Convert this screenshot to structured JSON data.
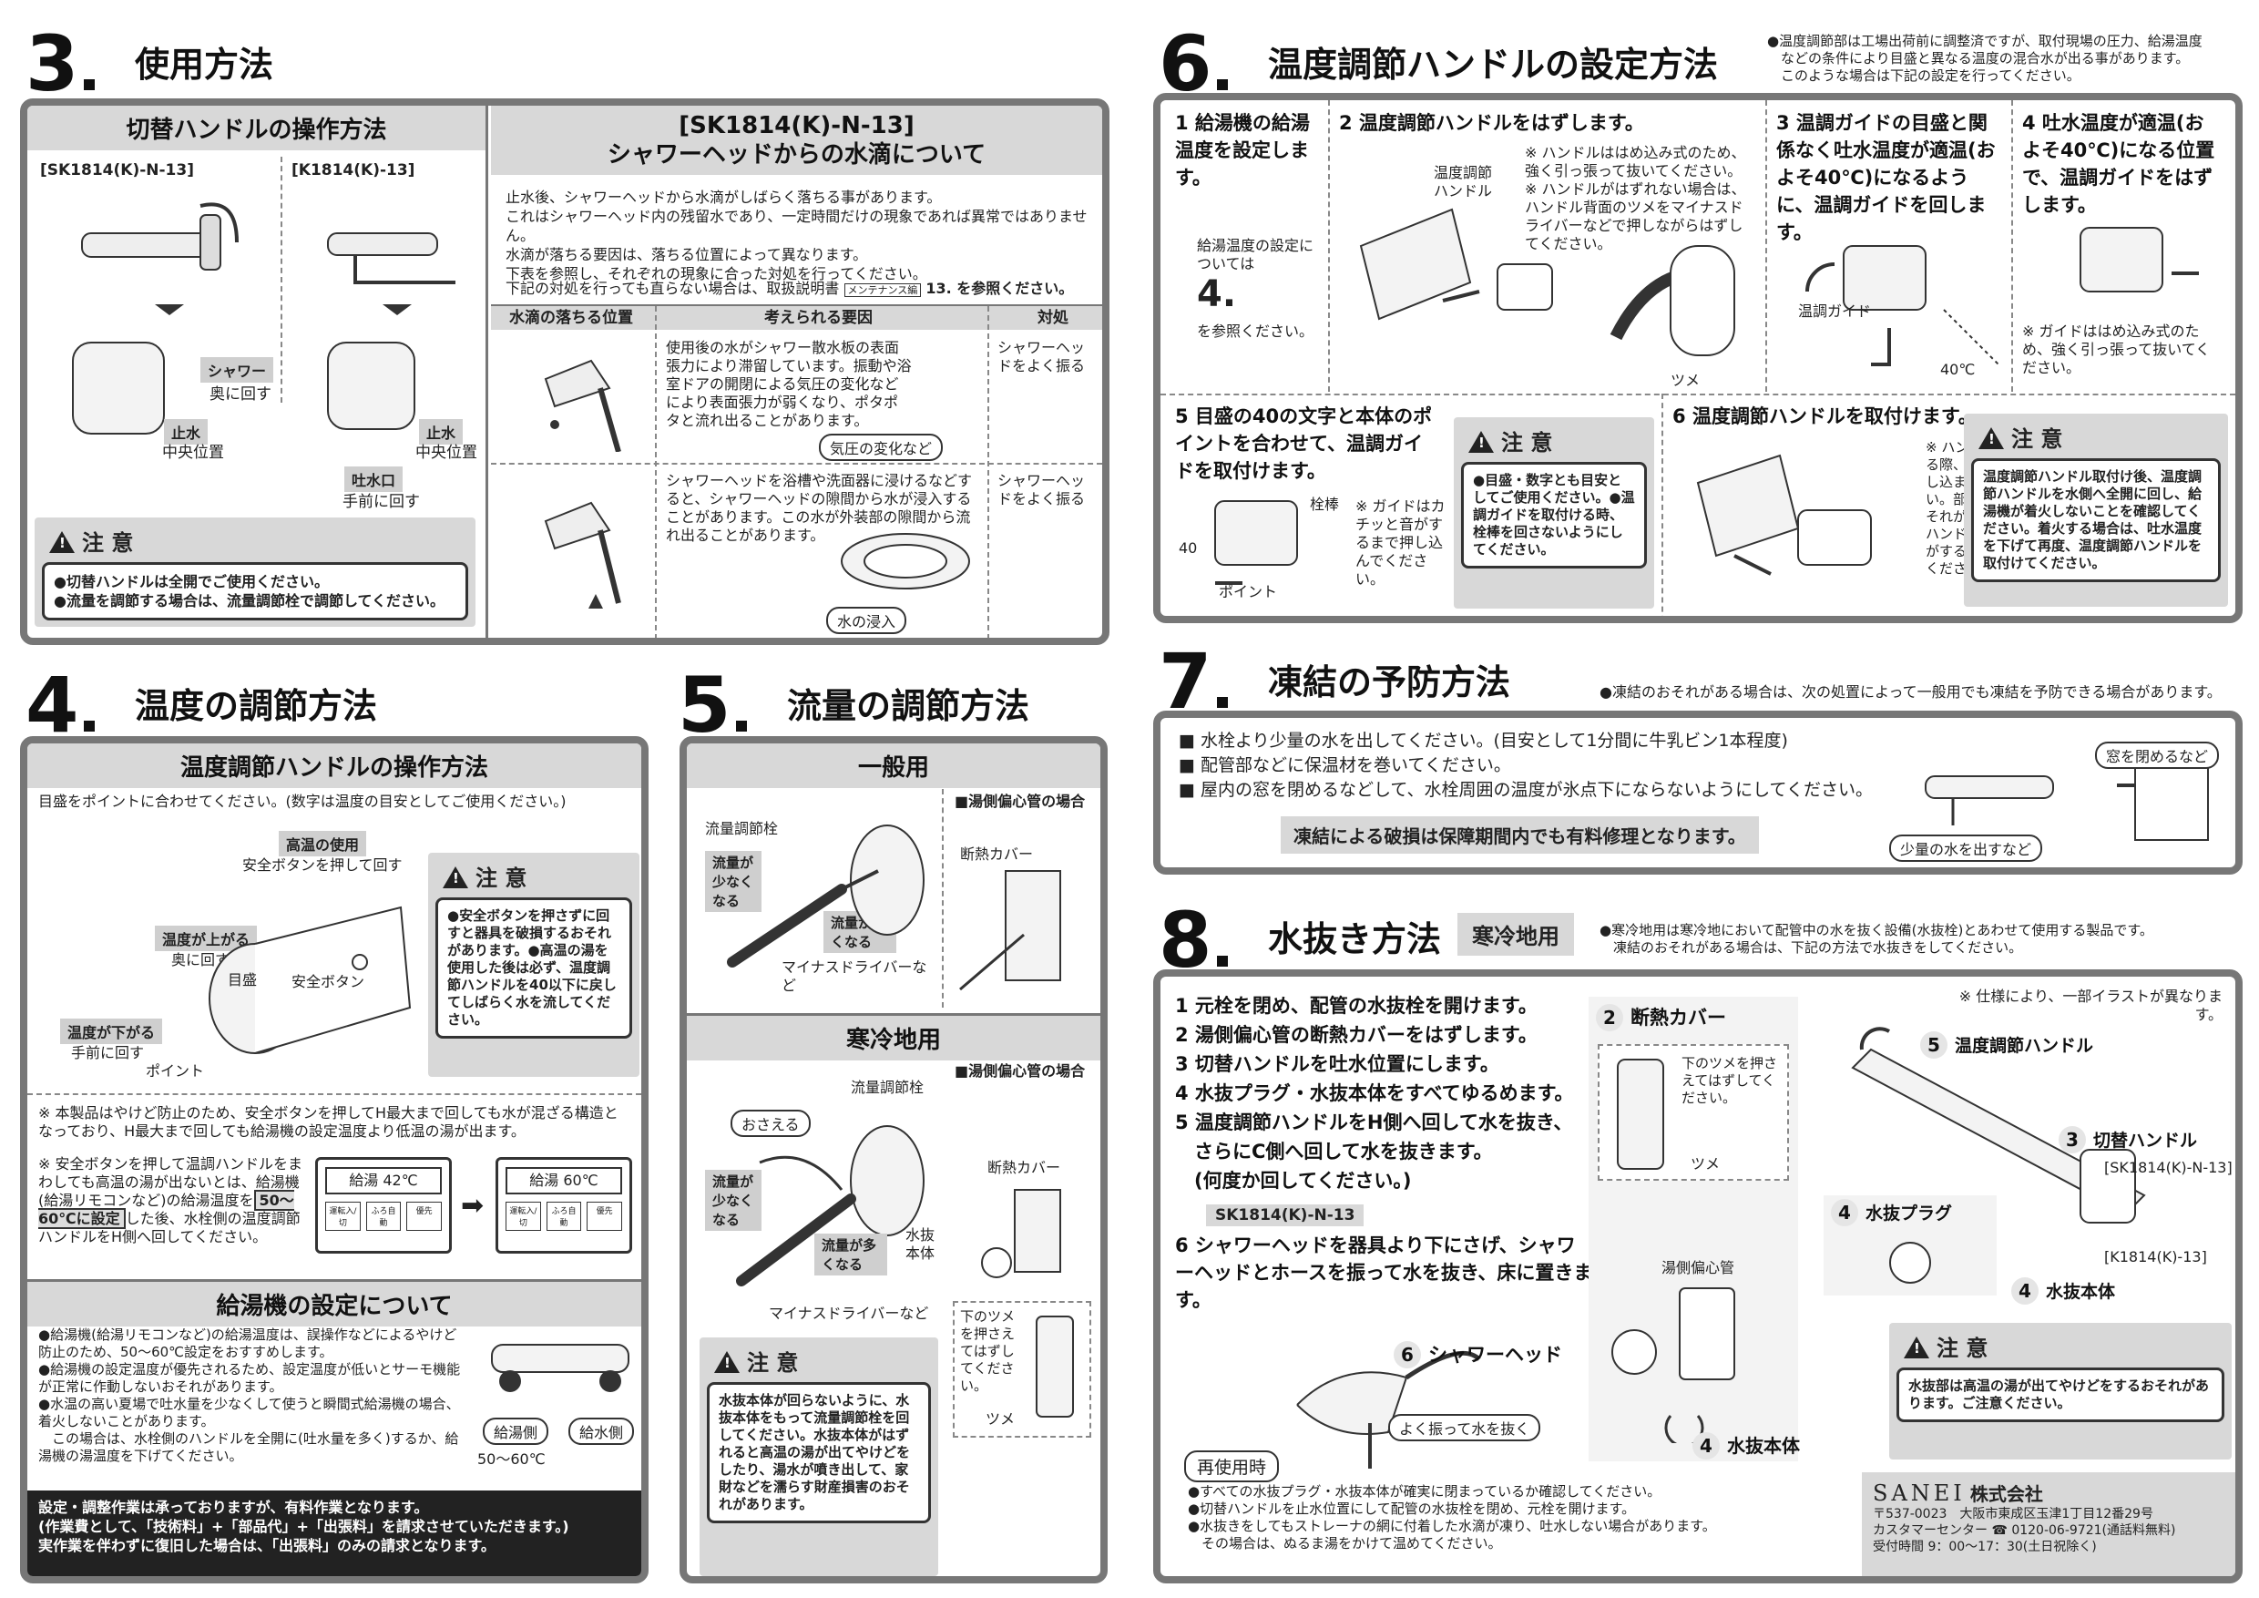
{
  "s3": {
    "num": "3",
    "title": "使用方法",
    "left_bar": "切替ハンドルの操作方法",
    "m1": "[SK1814(K)-N-13]",
    "m2": "[K1814(K)-13]",
    "shower": "シャワー",
    "shower_sub": "奥に回す",
    "stop": "止水",
    "center": "中央位置",
    "stop2": "止水",
    "center2": "中央位置",
    "spout": "吐水口",
    "spout_sub": "手前に回す",
    "caution_title": "注 意",
    "caution_lines": [
      "●切替ハンドルは全開でご使用ください。",
      "●流量を調節する場合は、流量調節栓で調節してください。"
    ],
    "right_bar1": "[SK1814(K)-N-13]",
    "right_bar2": "シャワーヘッドからの水滴について",
    "intro": [
      "止水後、シャワーヘッドから水滴がしばらく落ちる事があります。",
      "これはシャワーヘッド内の残留水であり、一定時間だけの現象であれば異常ではありません。",
      "水滴が落ちる要因は、落ちる位置によって異なります。",
      "下表を参照し、それぞれの現象に合った対処を行ってください。"
    ],
    "ref_pre": "下記の対処を行っても直らない場合は、取扱説明書",
    "ref_tag": "メンテナンス編",
    "ref_post": "13. を参照ください。",
    "th": [
      "水滴の落ちる位置",
      "考えられる要因",
      "対処"
    ],
    "rows": [
      {
        "cause": "使用後の水がシャワー散水板の表面張力により滞留しています。振動や浴室ドアの開閉による気圧の変化などにより表面張力が弱くなり、ポタポタと流れ出ることがあります。",
        "tag": "気圧の変化など",
        "fix": "シャワーヘッドをよく振る"
      },
      {
        "cause": "シャワーヘッドを浴槽や洗面器に浸けるなどすると、シャワーヘッドの隙間から水が浸入することがあります。この水が外装部の隙間から流れ出ることがあります。",
        "tag": "水の浸入",
        "fix": "シャワーヘッドをよく振る"
      }
    ]
  },
  "s4": {
    "num": "4",
    "title": "温度の調節方法",
    "bar": "温度調節ハンドルの操作方法",
    "intro": "目盛をポイントに合わせてください。(数字は温度の目安としてご使用ください。)",
    "high": "高温の使用",
    "high_sub": "安全ボタンを押して回す",
    "up": "温度が上がる",
    "up_sub": "奥に回す",
    "down": "温度が下がる",
    "down_sub": "手前に回す",
    "scale": "目盛",
    "safety": "安全ボタン",
    "point": "ポイント",
    "caution_title": "注 意",
    "caution_text": "●安全ボタンを押さずに回すと器具を破損するおそれがあります。●高温の湯を使用した後は必ず、温度調節ハンドルを40以下に戻してしばらく水を流してください。",
    "note1": "※ 本製品はやけど防止のため、安全ボタンを押してH最大まで回しても水が混ざる構造となっており、H最大まで回しても給湯機の設定温度より低温の湯が出ます。",
    "note2a": "※ 安全ボタンを押して温調ハンドルをまわしても高温の湯が出ないとは、給湯機(給湯リモコンなど)の給湯温度を",
    "note2b": "50〜60℃に設定",
    "note2c": "した後、水栓側の温度調節ハンドルをH側へ回してください。",
    "r1": "給湯 42℃",
    "r2": "給湯 60℃",
    "btns": [
      "運転入/切",
      "ふろ自動",
      "優先"
    ],
    "bar2": "給湯機の設定について",
    "set_lines": [
      "●給湯機(給湯リモコンなど)の給湯温度は、誤操作などによるやけど防止のため、50〜60℃設定をおすすめします。",
      "●給湯機の設定温度が優先されるため、設定温度が低いとサーモ機能が正常に作動しないおそれがあります。",
      "●水温の高い夏場で吐水量を少なくして使うと瞬間式給湯機の場合、着火しないことがあります。",
      "　この場合は、水栓側のハンドルを全開に(吐水量を多く)するか、給湯機の湯温度を下げてください。"
    ],
    "hot": "給湯側",
    "cold": "給水側",
    "range": "50〜60℃",
    "footer": [
      "設定・調整作業は承っておりますが、有料作業となります。",
      "(作業費として、「技術料」+「部品代」+「出張料」を請求させていただきます。)",
      "実作業を伴わずに復旧した場合は、「出張料」のみの請求となります。"
    ]
  },
  "s5": {
    "num": "5",
    "title": "流量の調節方法",
    "bar1": "一般用",
    "side1": "■湯側偏心管の場合",
    "valve": "流量調節栓",
    "less": "流量が少なくなる",
    "more": "流量が多くなる",
    "driver": "マイナスドライバーなど",
    "cover": "断熱カバー",
    "bar2": "寒冷地用",
    "side2": "■湯側偏心管の場合",
    "valve2": "流量調節栓",
    "press": "おさえる",
    "less2": "流量が少なくなる",
    "more2": "流量が多くなる",
    "drain": "水抜本体",
    "driver2": "マイナスドライバーなど",
    "cover2": "断熱カバー",
    "claw": "下のツメを押さえてはずしてください。",
    "claw_lbl": "ツメ",
    "caution_title": "注 意",
    "caution_text": "水抜本体が回らないように、水抜本体をもって流量調節栓を回してください。水抜本体がはずれると高温の湯が出てやけどをしたり、湯水が噴き出して、家財などを濡らす財産損害のおそれがあります。"
  },
  "s6": {
    "num": "6",
    "title": "温度調節ハンドルの設定方法",
    "note": [
      "●温度調節部は工場出荷前に調整済ですが、取付現場の圧力、給湯温度",
      "　などの条件により目盛と異なる温度の混合水が出る事があります。",
      "　このような場合は下記の設定を行ってください。"
    ],
    "step1": "1 給湯機の給湯温度を設定します。",
    "step1_note": "給湯温度の設定については",
    "step1_num": "4.",
    "step1_ref": "を参照ください。",
    "step2": "2 温度調節ハンドルをはずします。",
    "step2_note": "※ ハンドルははめ込み式のため、強く引っ張って抜いてください。※ ハンドルがはずれない場合は、ハンドル背面のツメをマイナスドライバーなどで押しながらはずしてください。",
    "handle": "温度調節ハンドル",
    "claw": "ツメ",
    "step3": "3 温調ガイドの目盛と関係なく吐水温度が適温(およそ40℃)になるように、温調ガイドを回します。",
    "guide": "温調ガイド",
    "t40": "40℃",
    "step4": "4 吐水温度が適温(およそ40℃)になる位置で、温調ガイドをはずします。",
    "step4_note": "※ ガイドははめ込み式のため、強く引っ張って抜いてください。",
    "step5": "5 目盛の40の文字と本体のポイントを合わせて、温調ガイドを取付けます。",
    "pin": "栓棒",
    "n40": "40",
    "point": "ポイント",
    "step5_note": "※ ガイドはカチッと音がするまで押し込んでください。",
    "c5_title": "注 意",
    "c5_text": "●目盛・数字とも目安としてご使用ください。●温調ガイドを取付ける時、栓棒を回さないようにしてください。",
    "step6": "6 温度調節ハンドルを取付けます。",
    "step6_note": "※ ハンドルを取付ける際、安全ボタンを押し込まないでください。部品が破損するおそれがあります。※ ハンドルはカチッと音がするまで押し込んでください。",
    "c6_title": "注 意",
    "c6_text": "温度調節ハンドル取付け後、温度調節ハンドルを水側へ全開に回し、給湯機が着火しないことを確認してください。着火する場合は、吐水温度を下げて再度、温度調節ハンドルを取付けてください。"
  },
  "s7": {
    "num": "7",
    "title": "凍結の予防方法",
    "note": "●凍結のおそれがある場合は、次の処置によって一般用でも凍結を予防できる場合があります。",
    "lines": [
      "■ 水栓より少量の水を出してください。(目安として1分間に牛乳ビン1本程度)",
      "■ 配管部などに保温材を巻いてください。",
      "■ 屋内の窓を閉めるなどして、水栓周囲の温度が氷点下にならないようにしてください。"
    ],
    "warn": "凍結による破損は保障期間内でも有料修理となります。",
    "win": "窓を閉めるなど",
    "little": "少量の水を出すなど"
  },
  "s8": {
    "num": "8",
    "title": "水抜き方法",
    "tag": "寒冷地用",
    "note": [
      "●寒冷地用は寒冷地において配管中の水を抜く設備(水抜栓)とあわせて使用する製品です。",
      "　凍結のおそれがある場合は、下記の方法で水抜きをしてください。"
    ],
    "steps": [
      "1 元栓を閉め、配管の水抜栓を開けます。",
      "2 湯側偏心管の断熱カバーをはずします。",
      "3 切替ハンドルを吐水位置にします。",
      "4 水抜プラグ・水抜本体をすべてゆるめます。",
      "5 温度調節ハンドルをH側へ回して水を抜き、",
      "　さらにC側へ回して水を抜きます。",
      "　(何度か回してください。)"
    ],
    "model": "SK1814(K)-N-13",
    "step6": "6 シャワーヘッドを器具より下にさげ、シャワーヘッドとホースを振って水を抜き、床に置きます。",
    "c2": "断熱カバー",
    "c2_note": "下のツメを押さえてはずしてください。",
    "claw": "ツメ",
    "hotpipe": "湯側偏心管",
    "illnote": "※ 仕様により、一部イラストが異なります。",
    "l5": "温度調節ハンドル",
    "l3": "切替ハンドル",
    "m1": "[SK1814(K)-N-13]",
    "m2": "[K1814(K)-13]",
    "l4a": "水抜プラグ",
    "l4b": "水抜本体",
    "l4c": "水抜本体",
    "l6": "シャワーヘッド",
    "shake": "よく振って水を抜く",
    "caution_title": "注 意",
    "caution_text": "水抜部は高温の湯が出てやけどをするおそれがあります。ご注意ください。",
    "reuse": "再使用時",
    "reuse_lines": [
      "●すべての水抜プラグ・水抜本体が確実に閉まっているか確認してください。",
      "●切替ハンドルを止水位置にして配管の水抜栓を閉め、元栓を開けます。",
      "●水抜きをしてもストレーナの網に付着した水滴が凍り、吐水しない場合があります。",
      "　その場合は、ぬるま湯をかけて温めてください。"
    ]
  },
  "company": {
    "logo": "SANEI",
    "name": "株式会社",
    "addr": "〒537-0023　大阪市東成区玉津1丁目12番29号",
    "tel": "カスタマーセンター ☎ 0120-06-9721(通話料無料)",
    "hours": "受付時間 9：00〜17：30(土日祝除く)"
  }
}
